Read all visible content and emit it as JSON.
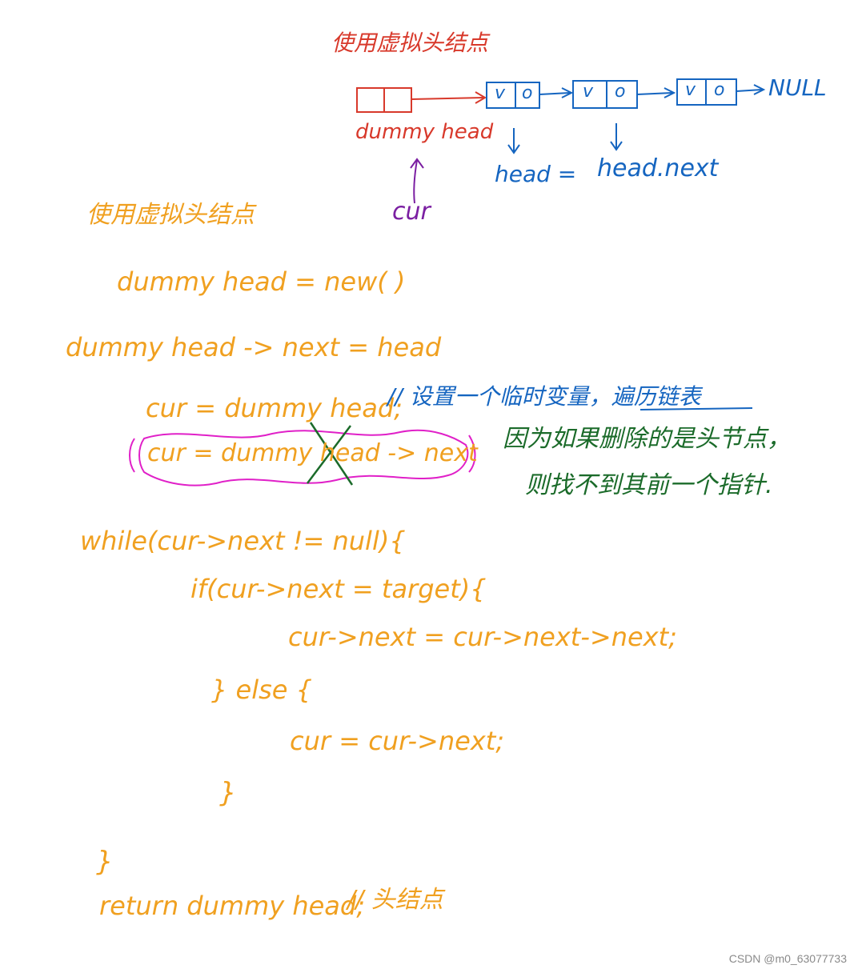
{
  "top_diagram": {
    "title": "使用虚拟头结点",
    "dummy_head_label": "dummy head",
    "cur_label": "cur",
    "node_value_label": "v",
    "node_pointer_label": "o",
    "null_label": "NULL",
    "head_label": "head =",
    "head_next_label": "head.next"
  },
  "code": {
    "title": "使用虚拟头结点",
    "lines": [
      "dummy head = new(   )",
      "dummy head -> next = head",
      "cur = dummy head;",
      "cur = dummy head -> next",
      "while(cur->next != null){",
      "if(cur->next = target){",
      "cur->next = cur->next->next;",
      "} else {",
      "cur = cur->next;",
      "}",
      "}",
      "return  dummy head;"
    ],
    "return_comment": "// 头结点"
  },
  "annotations": {
    "blue_comment": "// 设置一个临时变量，遍历链表",
    "green_line_1": "因为如果删除的是头节点，",
    "green_line_2": "则找不到其前一个指针."
  },
  "colors": {
    "red": "#d8392b",
    "blue": "#1565c0",
    "purple": "#7b1fa2",
    "orange": "#f0a020",
    "green": "#1b6b2a",
    "magenta": "#e020c8"
  },
  "watermark": "CSDN @m0_63077733"
}
